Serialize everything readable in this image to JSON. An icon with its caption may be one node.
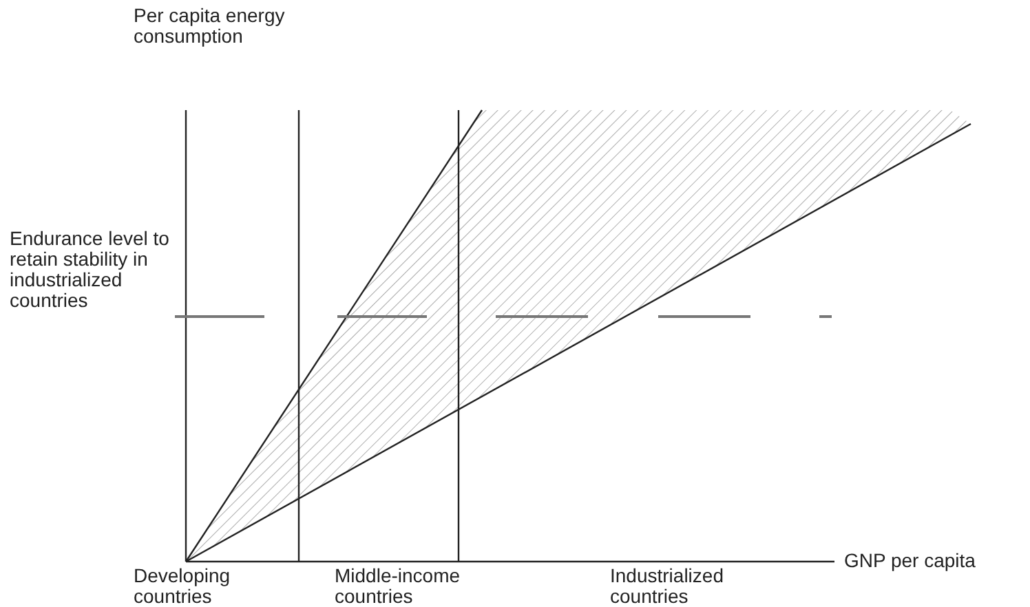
{
  "diagram": {
    "labels": [
      "Per capita energy consumption",
      "Endurance level to retain stability in industrialized countries",
      "GNP per capita",
      "Developing countries",
      "Middle-income countries",
      "Industrialized countries"
    ]
  }
}
